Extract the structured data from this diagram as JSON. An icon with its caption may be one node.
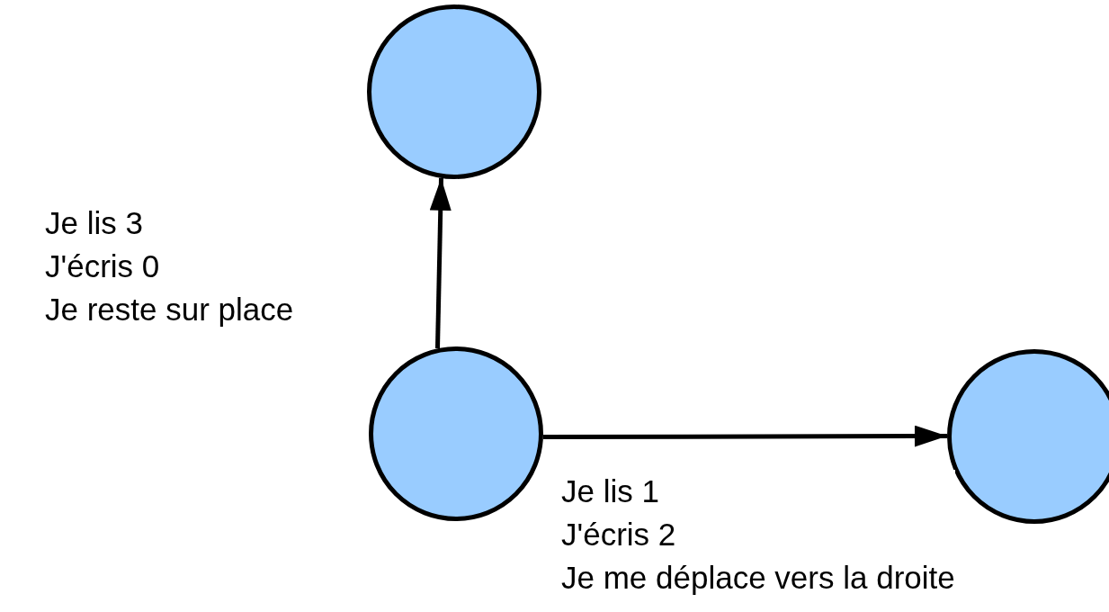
{
  "diagram": {
    "nodes": [
      {
        "text": [],
        "shape": "circle"
      },
      {
        "text": [],
        "shape": "circle"
      },
      {
        "text": [],
        "shape": "circle"
      }
    ],
    "edges": [
      {
        "from": 1,
        "to": 0,
        "arrow": "to",
        "label": "Je lis 3 J'écris 0 Je reste sur place"
      },
      {
        "from": 1,
        "to": 2,
        "arrow": "to",
        "label": "Je lis 1 J'écris 2 Je me déplace vers la droite"
      }
    ]
  }
}
